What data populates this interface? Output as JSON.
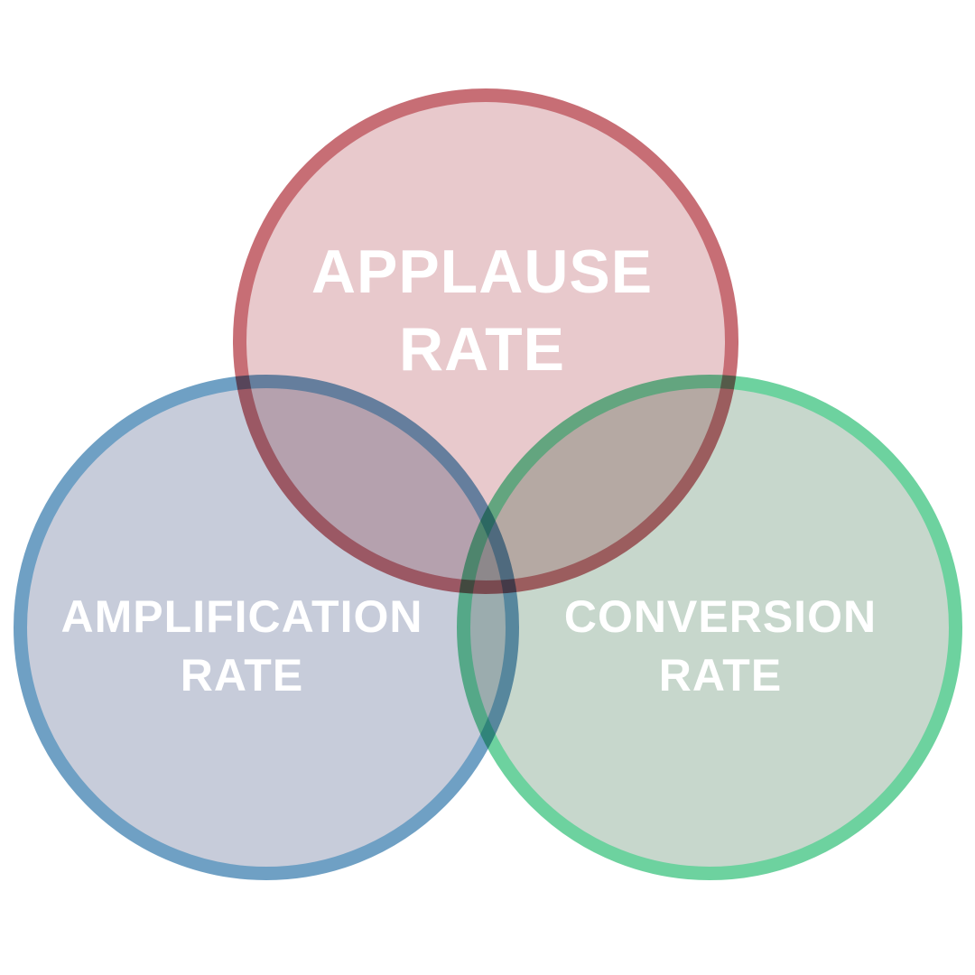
{
  "diagram": {
    "type": "venn",
    "background_color": "#ffffff",
    "text_color": "#ffffff",
    "circles": [
      {
        "id": "applause",
        "label_line1": "APPLAUSE",
        "label_line2": "RATE",
        "fill": "#E8C9CC",
        "stroke": "#C76E75"
      },
      {
        "id": "amplification",
        "label_line1": "AMPLIFICATION",
        "label_line2": "RATE",
        "fill": "#C7CCDA",
        "stroke": "#6FA0C4"
      },
      {
        "id": "conversion",
        "label_line1": "CONVERSION",
        "label_line2": "RATE",
        "fill": "#C7D7CC",
        "stroke": "#6DD29F"
      }
    ]
  }
}
